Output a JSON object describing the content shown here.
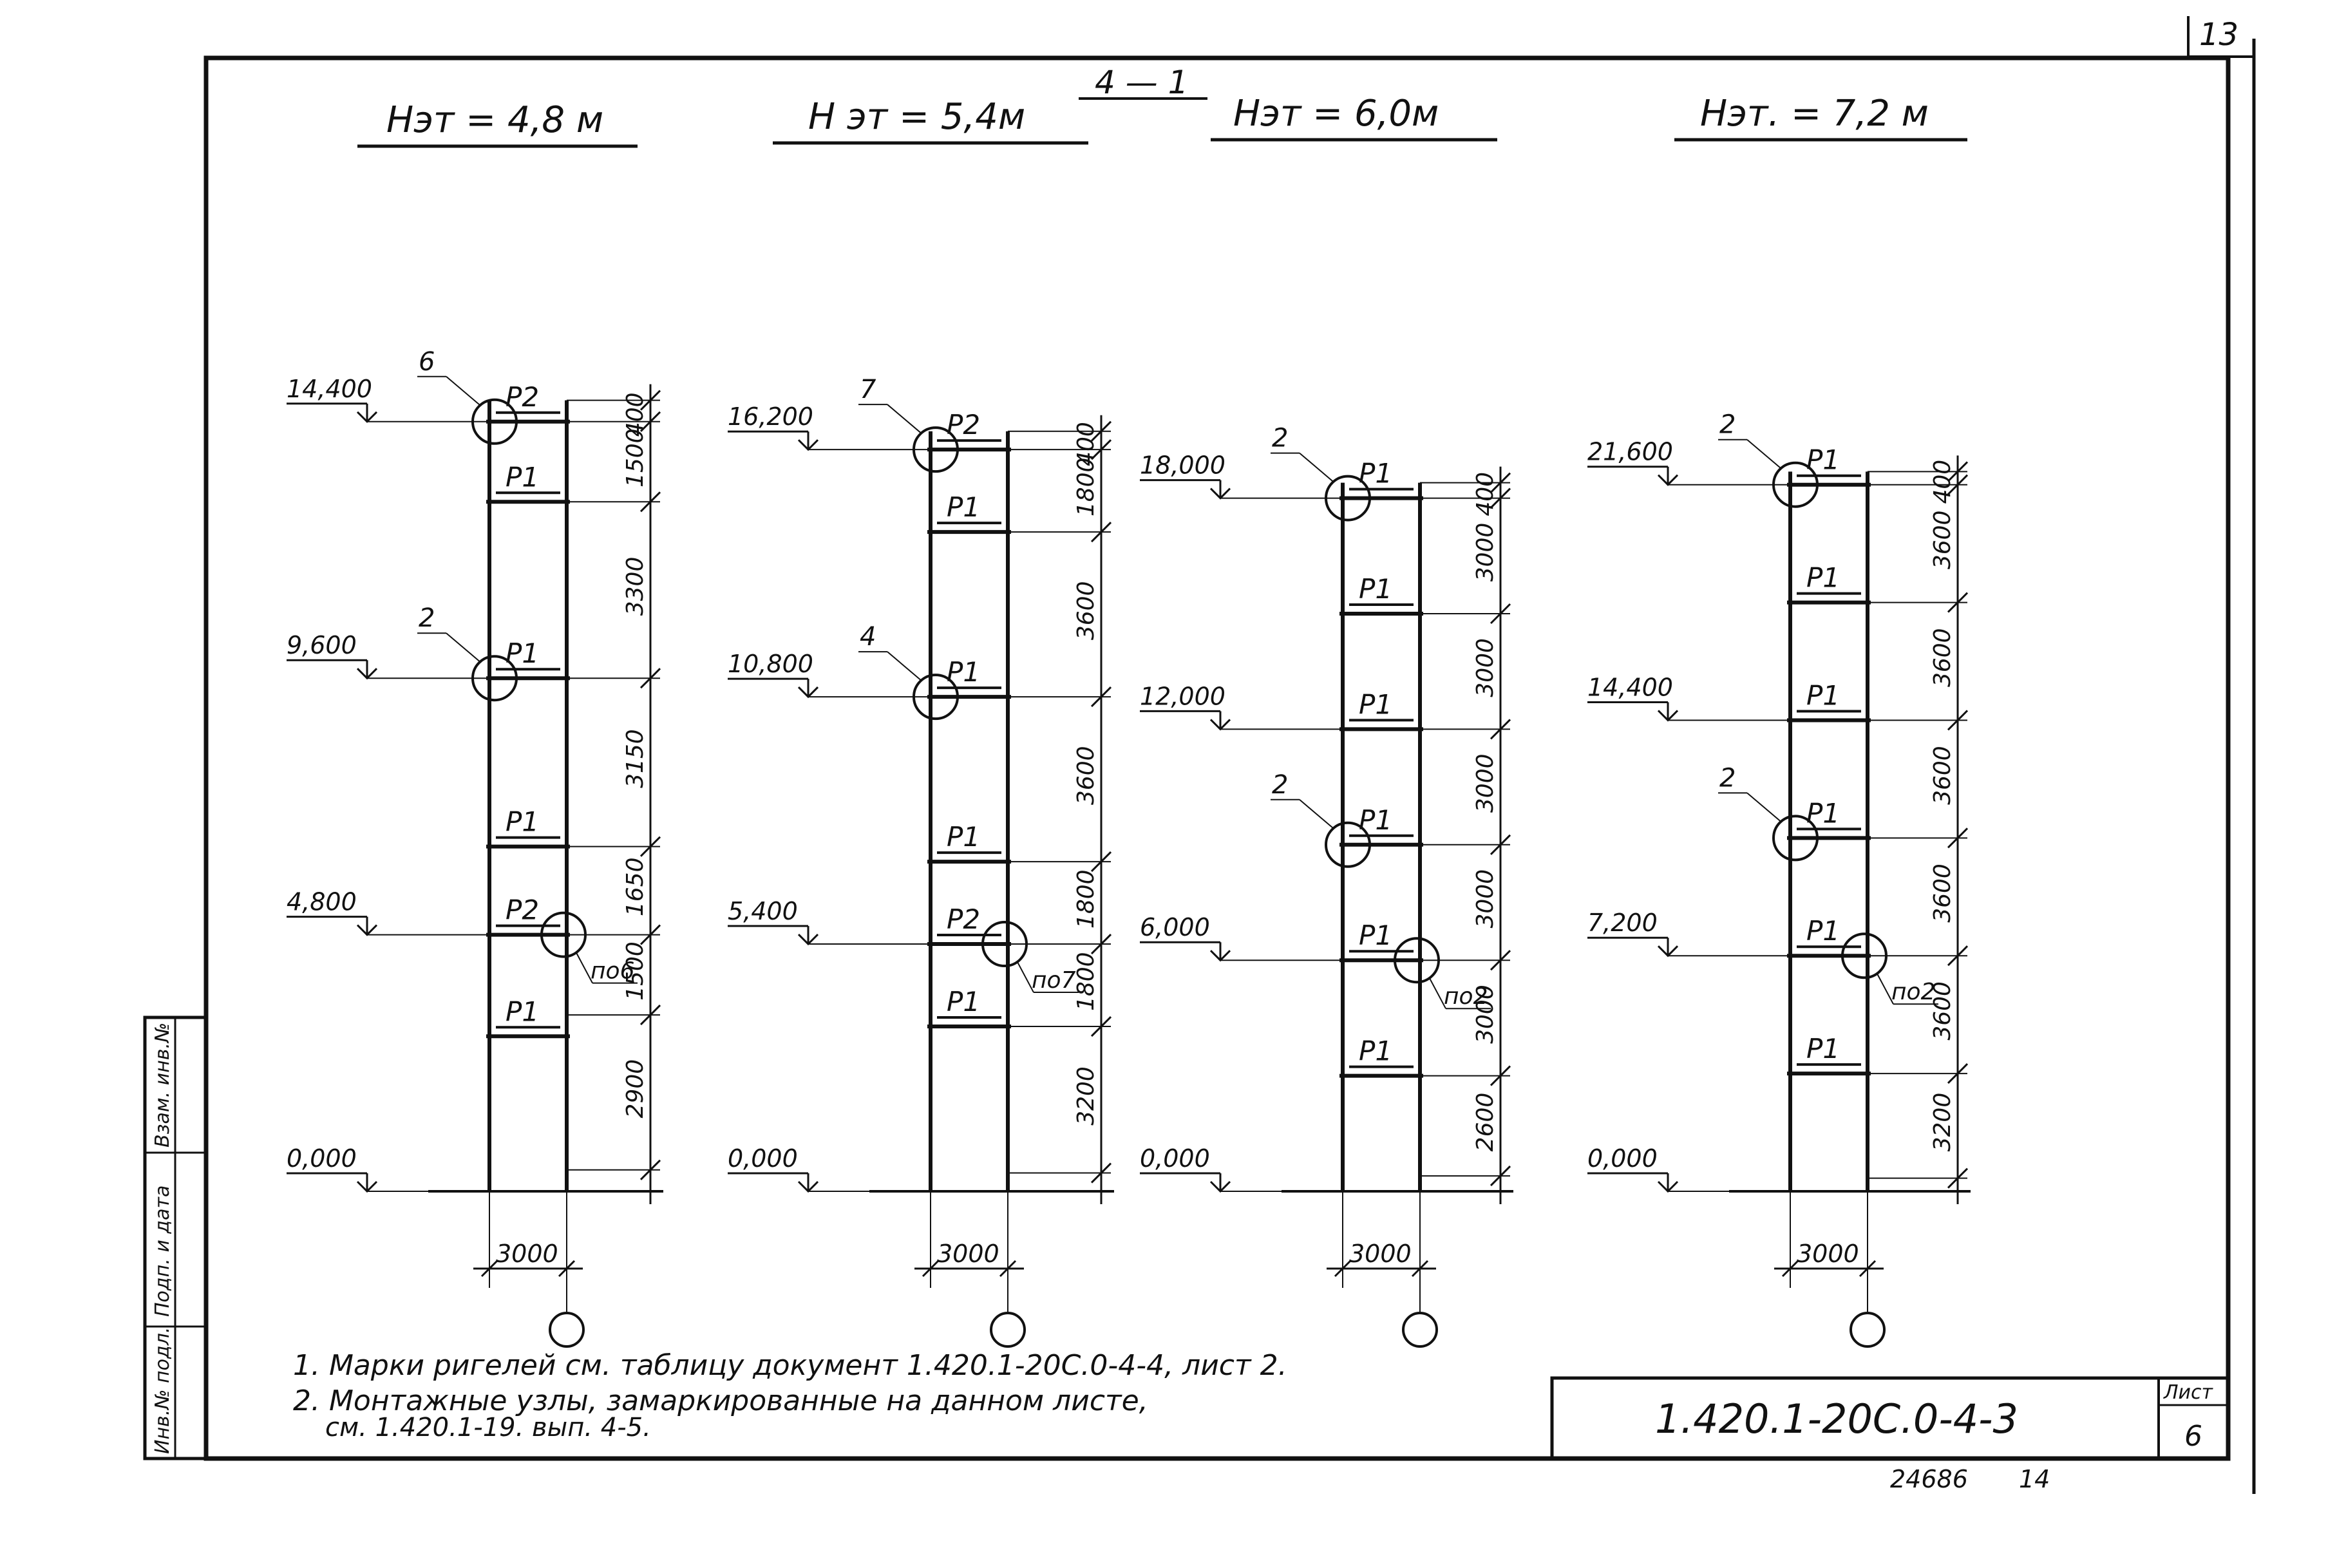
{
  "corner_number": "13",
  "section_mark": "4 — 1",
  "frames": [
    {
      "title": "Нэт = 4,8 м",
      "width_dim": "3000",
      "levels": [
        {
          "label": "14,400",
          "value": 14.4
        },
        {
          "label": "9,600",
          "value": 9.6
        },
        {
          "label": "4,800",
          "value": 4.8
        },
        {
          "label": "0,000",
          "value": 0
        }
      ],
      "dims": [
        "400",
        "1500",
        "3300",
        "3150",
        "1650",
        "1500",
        "2900"
      ],
      "beams": [
        {
          "label": "Р2",
          "elev": 14.4
        },
        {
          "label": "Р1",
          "elev": 12.9
        },
        {
          "label": "Р1",
          "elev": 9.6
        },
        {
          "label": "Р1",
          "elev": 6.45
        },
        {
          "label": "Р2",
          "elev": 4.8
        },
        {
          "label": "Р1",
          "elev": 2.9
        }
      ],
      "nodes": [
        {
          "label": "6",
          "elev": 14.4,
          "side": "left"
        },
        {
          "label": "2",
          "elev": 9.6,
          "side": "left"
        },
        {
          "label": "по6",
          "elev": 4.8,
          "side": "right"
        }
      ]
    },
    {
      "title": "Н эт = 5,4м",
      "width_dim": "3000",
      "levels": [
        {
          "label": "16,200",
          "value": 16.2
        },
        {
          "label": "10,800",
          "value": 10.8
        },
        {
          "label": "5,400",
          "value": 5.4
        },
        {
          "label": "0,000",
          "value": 0
        }
      ],
      "dims": [
        "400",
        "1800",
        "3600",
        "3600",
        "1800",
        "1800",
        "3200"
      ],
      "beams": [
        {
          "label": "Р2",
          "elev": 16.2
        },
        {
          "label": "Р1",
          "elev": 14.4
        },
        {
          "label": "Р1",
          "elev": 10.8
        },
        {
          "label": "Р1",
          "elev": 7.2
        },
        {
          "label": "Р2",
          "elev": 5.4
        },
        {
          "label": "Р1",
          "elev": 3.6
        }
      ],
      "nodes": [
        {
          "label": "7",
          "elev": 16.2,
          "side": "left"
        },
        {
          "label": "4",
          "elev": 10.8,
          "side": "left"
        },
        {
          "label": "по7",
          "elev": 5.4,
          "side": "right"
        }
      ]
    },
    {
      "title": "Нэт = 6,0м",
      "width_dim": "3000",
      "levels": [
        {
          "label": "18,000",
          "value": 18
        },
        {
          "label": "12,000",
          "value": 12
        },
        {
          "label": "6,000",
          "value": 6
        },
        {
          "label": "0,000",
          "value": 0
        }
      ],
      "dims": [
        "400",
        "3000",
        "3000",
        "3000",
        "3000",
        "3000",
        "2600"
      ],
      "beams": [
        {
          "label": "Р1",
          "elev": 18
        },
        {
          "label": "Р1",
          "elev": 15
        },
        {
          "label": "Р1",
          "elev": 12
        },
        {
          "label": "Р1",
          "elev": 9
        },
        {
          "label": "Р1",
          "elev": 6
        },
        {
          "label": "Р1",
          "elev": 3
        }
      ],
      "nodes": [
        {
          "label": "2",
          "elev": 18,
          "side": "left"
        },
        {
          "label": "2",
          "elev": 9,
          "side": "left"
        },
        {
          "label": "по2",
          "elev": 6,
          "side": "right"
        }
      ]
    },
    {
      "title": "Нэт. = 7,2 м",
      "width_dim": "3000",
      "levels": [
        {
          "label": "21,600",
          "value": 21.6
        },
        {
          "label": "14,400",
          "value": 14.4
        },
        {
          "label": "7,200",
          "value": 7.2
        },
        {
          "label": "0,000",
          "value": 0
        }
      ],
      "dims": [
        "400",
        "3600",
        "3600",
        "3600",
        "3600",
        "3600",
        "3200"
      ],
      "beams": [
        {
          "label": "Р1",
          "elev": 21.6
        },
        {
          "label": "Р1",
          "elev": 18
        },
        {
          "label": "Р1",
          "elev": 14.4
        },
        {
          "label": "Р1",
          "elev": 10.8
        },
        {
          "label": "Р1",
          "elev": 7.2
        },
        {
          "label": "Р1",
          "elev": 3.6
        }
      ],
      "nodes": [
        {
          "label": "2",
          "elev": 21.6,
          "side": "left"
        },
        {
          "label": "2",
          "elev": 10.8,
          "side": "left"
        },
        {
          "label": "по2",
          "elev": 7.2,
          "side": "right"
        }
      ]
    }
  ],
  "notes": [
    "1. Марки ригелей см. таблицу документ 1.420.1-20С.0-4-4, лист 2.",
    "2. Монтажные узлы, замаркированные на данном листе,",
    "см. 1.420.1-19. вып. 4-5."
  ],
  "stamp_fields": [
    "Инв.№ подл.",
    "Подп. и дата",
    "Взам. инв.№"
  ],
  "title_block": {
    "code": "1.420.1-20С.0-4-3",
    "sheet_label": "Лист",
    "sheet_no": "6"
  },
  "footer": {
    "archive_no": "24686",
    "page": "14"
  }
}
